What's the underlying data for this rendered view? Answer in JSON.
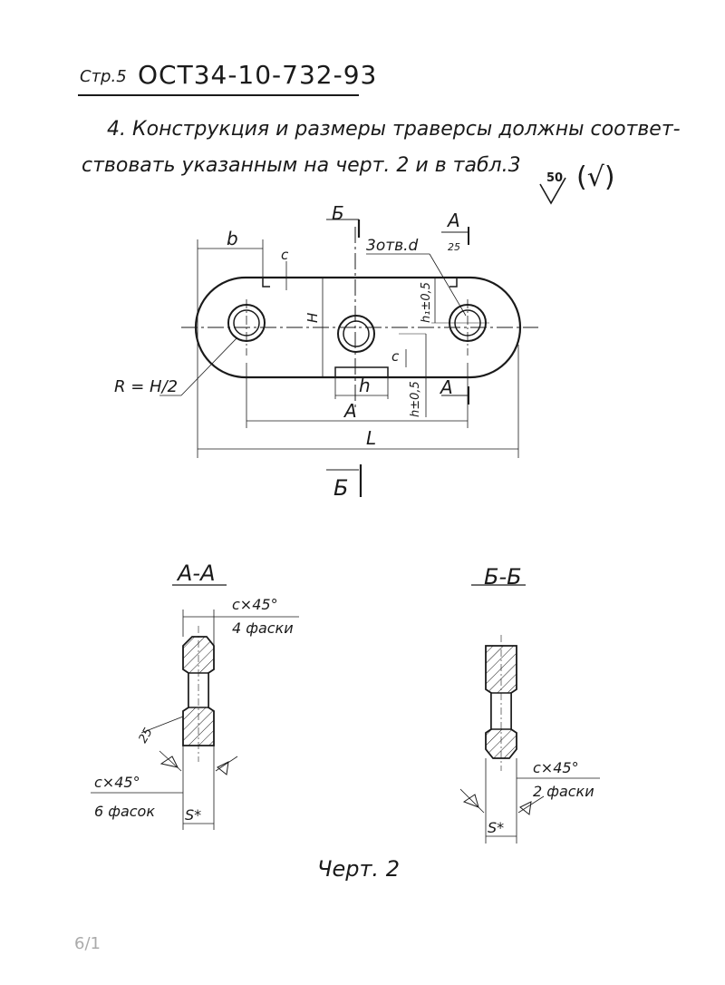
{
  "header": {
    "page_label": "Стр.5",
    "doc_code": "ОСТ34-10-732-93"
  },
  "body_text": {
    "line1": "4. Конструкция и размеры траверсы должны соответ-",
    "line2": "ствовать указанным на черт. 2 и в табл.3"
  },
  "roughness": {
    "value": "50",
    "symbol": "(√)"
  },
  "plan_view": {
    "section_b": "Б",
    "section_a": "А",
    "dim_b": "b",
    "dim_c_top": "c",
    "holes": "3отв.d",
    "chamfer_25": "25",
    "h1": "h₁±0,5",
    "dim_H": "H",
    "dim_c_mid": "c",
    "radius": "R = H/2",
    "dim_h": "h",
    "h_tol": "h±0,5",
    "dim_A": "A",
    "dim_L": "L"
  },
  "section_aa": {
    "title": "А-А",
    "chamfer_top": "c×45°",
    "chamfer_top_count": "4 фаски",
    "angle": "25",
    "chamfer_bottom": "c×45°",
    "chamfer_bottom_count": "6 фасок",
    "thickness": "S*"
  },
  "section_bb": {
    "title": "Б-Б",
    "chamfer": "c×45°",
    "chamfer_count": "2 фаски",
    "thickness": "S*"
  },
  "caption": "Черт. 2",
  "folio": "6/1"
}
